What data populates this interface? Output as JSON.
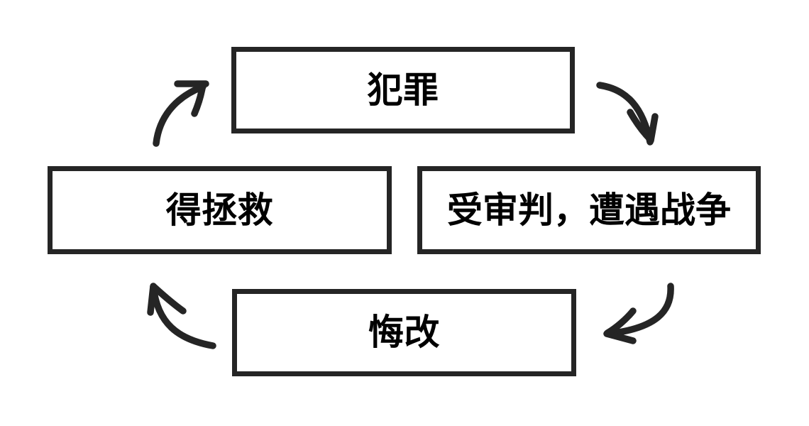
{
  "diagram": {
    "type": "cycle-flowchart",
    "background_color": "#ffffff",
    "stroke_color": "#252525",
    "text_color": "#000000",
    "nodes": [
      {
        "id": "crime",
        "label": "犯罪",
        "position": "top"
      },
      {
        "id": "judgment",
        "label": "受审判，遭遇战争",
        "position": "right"
      },
      {
        "id": "repent",
        "label": "悔改",
        "position": "bottom"
      },
      {
        "id": "saved",
        "label": "得拯救",
        "position": "left"
      }
    ],
    "arrows": [
      {
        "id": "crime-to-judgment",
        "from": "crime",
        "to": "judgment",
        "direction": "down-right",
        "style": "hand-drawn-curve"
      },
      {
        "id": "judgment-to-repent",
        "from": "judgment",
        "to": "repent",
        "direction": "down-left",
        "style": "hand-drawn-curve"
      },
      {
        "id": "repent-to-saved",
        "from": "repent",
        "to": "saved",
        "direction": "up-left",
        "style": "hand-drawn-curve"
      },
      {
        "id": "saved-to-crime",
        "from": "saved",
        "to": "crime",
        "direction": "up-right",
        "style": "hand-drawn-curve"
      }
    ]
  }
}
